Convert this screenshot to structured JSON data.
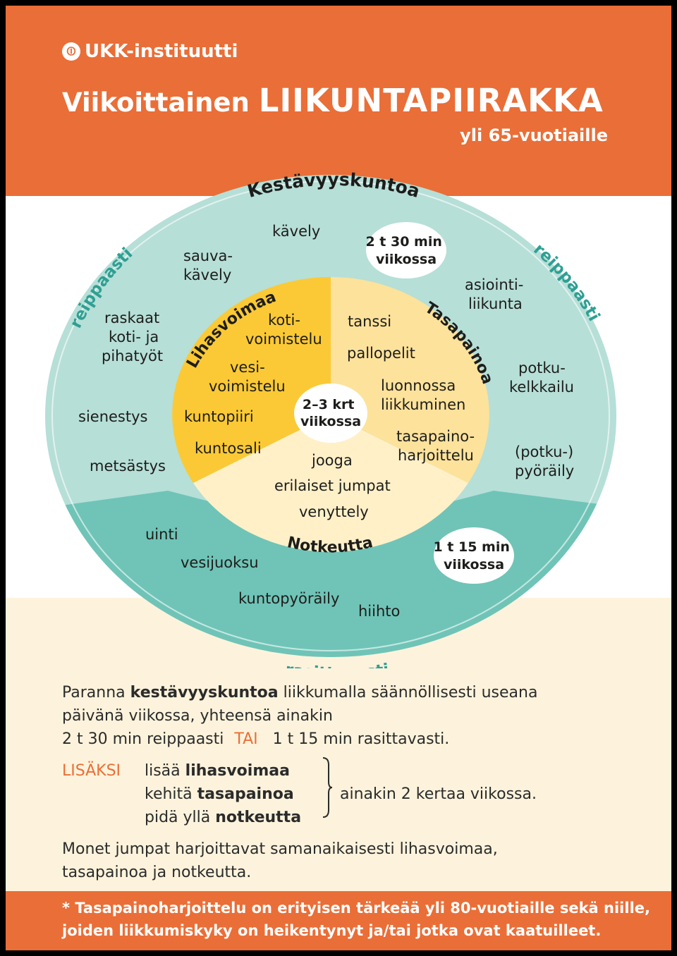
{
  "header": {
    "logo": "UKK-instituutti",
    "title_prefix": "Viikoittainen",
    "title_main": "LIIKUNTAPIIRAKKA",
    "subtitle": "yli 65-vuotiaille"
  },
  "wheel": {
    "outer_top_label": "Kestävyyskuntoa",
    "outer_left_label": "reippaasti",
    "outer_right_label": "reippaasti",
    "outer_bottom_label": "rasittavasti",
    "moderate_badge": [
      "2 t 30 min",
      "viikossa"
    ],
    "vigorous_badge": [
      "1 t 15 min",
      "viikossa"
    ],
    "center_badge": [
      "2–3 krt",
      "viikossa"
    ],
    "moderate_items": [
      {
        "lines": [
          "kävely"
        ]
      },
      {
        "lines": [
          "sauva-",
          "kävely"
        ]
      },
      {
        "lines": [
          "raskaat",
          "koti- ja",
          "pihatyöt"
        ]
      },
      {
        "lines": [
          "sienestys"
        ]
      },
      {
        "lines": [
          "metsästys"
        ]
      },
      {
        "lines": [
          "asiointi-",
          "liikunta"
        ]
      },
      {
        "lines": [
          "potku-",
          "kelkkailu"
        ]
      },
      {
        "lines": [
          "(potku-)",
          "pyöräily"
        ]
      }
    ],
    "vigorous_items": [
      {
        "lines": [
          "uinti"
        ]
      },
      {
        "lines": [
          "vesijuoksu"
        ]
      },
      {
        "lines": [
          "kuntopyöräily"
        ]
      },
      {
        "lines": [
          "hiihto"
        ]
      }
    ],
    "strength": {
      "label": "Lihasvoimaa",
      "items": [
        {
          "lines": [
            "koti-",
            "voimistelu"
          ]
        },
        {
          "lines": [
            "vesi-",
            "voimistelu"
          ]
        },
        {
          "lines": [
            "kuntopiiri"
          ]
        },
        {
          "lines": [
            "kuntosali"
          ]
        }
      ]
    },
    "balance": {
      "label": "Tasapainoa",
      "items": [
        {
          "lines": [
            "tanssi"
          ]
        },
        {
          "lines": [
            "pallopelit"
          ]
        },
        {
          "lines": [
            "luonnossa",
            "liikkuminen"
          ]
        },
        {
          "lines": [
            "tasapaino-",
            "harjoittelu"
          ]
        }
      ]
    },
    "flexibility": {
      "label": "Notkeutta",
      "items": [
        {
          "lines": [
            "jooga"
          ]
        },
        {
          "lines": [
            "erilaiset jumpat"
          ]
        },
        {
          "lines": [
            "venyttely"
          ]
        }
      ]
    }
  },
  "body": {
    "p1_a": "Paranna ",
    "p1_b": "kestävyyskuntoa",
    "p1_c": " liikkumalla säännöllisesti useana",
    "p1_line2": "päivänä viikossa, yhteensä ainakin",
    "p1_line3_a": "2 t 30 min reippaasti",
    "p1_line3_or": "TAI",
    "p1_line3_b": "1 t 15 min rasittavasti.",
    "extra_label": "LISÄKSI",
    "extra_1_a": "lisää ",
    "extra_1_b": "lihasvoimaa",
    "extra_2_a": "kehitä ",
    "extra_2_b": "tasapainoa",
    "extra_3_a": "pidä yllä ",
    "extra_3_b": "notkeutta",
    "extra_freq": "ainakin 2 kertaa viikossa.",
    "p3_line1": "Monet jumpat harjoittavat samanaikaisesti lihasvoimaa,",
    "p3_line2": "tasapainoa ja notkeutta."
  },
  "footer": {
    "line1": "* Tasapainoharjoittelu on erityisen tärkeää yli 80-vuotiaille sekä niille,",
    "line2": "joiden liikkumiskyky on heikentynyt ja/tai jotka ovat kaatuilleet."
  },
  "colors": {
    "orange": "#ea6e37",
    "teal_light": "#b6dfd7",
    "teal_dark": "#6fc4b7",
    "strength_yellow": "#fbc935",
    "balance_yellow": "#fde29b",
    "flex_yellow": "#fff0c8",
    "teal_text": "#2f9f93"
  }
}
